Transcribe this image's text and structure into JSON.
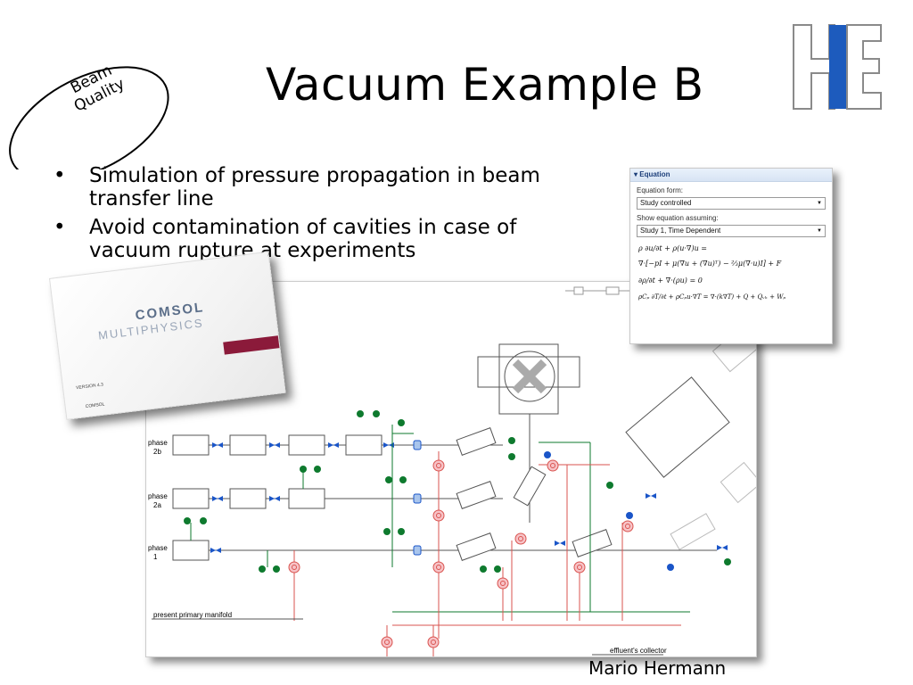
{
  "slide": {
    "title": "Vacuum Example B",
    "oval_label": [
      "Beam",
      "Quality"
    ],
    "bullets": [
      "Simulation of pressure propagation in beam transfer line",
      "Avoid contamination of cavities in case of vacuum rupture at experiments"
    ],
    "author": "Mario Hermann"
  },
  "diagram": {
    "phase_labels": [
      {
        "top": "phase",
        "bottom": "2b"
      },
      {
        "top": "phase",
        "bottom": "2a"
      },
      {
        "top": "phase",
        "bottom": "1"
      }
    ],
    "manifold_label": "present primary manifold",
    "collector_label": "effluent's collector"
  },
  "comsol_card": {
    "brand_top": "COMSOL",
    "brand_bottom": "MULTIPHYSICS",
    "version": "VERSION 4.3",
    "footer": "COMSOL"
  },
  "equation_panel": {
    "header": "Equation",
    "form_label": "Equation form:",
    "form_value": "Study controlled",
    "assume_label": "Show equation assuming:",
    "assume_value": "Study 1, Time Dependent",
    "eq1": "ρ ∂u/∂t + ρ(u·∇)u =",
    "eq2": "∇·[−pI + μ(∇u + (∇u)ᵀ) − ⅔μ(∇·u)I] + F",
    "eq3": "∂ρ/∂t + ∇·(ρu) = 0",
    "eq4": "ρCₚ ∂T/∂t + ρCₚu·∇T = ∇·(k∇T) + Q + Qᵥₕ + Wₚ"
  },
  "colors": {
    "green_valve": "#0e7a2e",
    "blue_valve": "#1a55c8",
    "red_line": "#d9534f",
    "pink_pump": "#f2a0a8",
    "logo_blue": "#1d5bbd"
  }
}
